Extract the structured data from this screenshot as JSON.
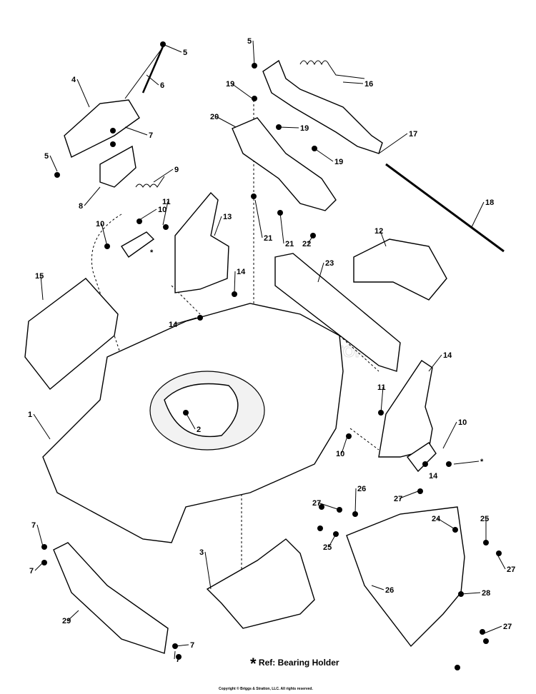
{
  "diagram": {
    "watermark": "BRIGGS & STRATTON",
    "callouts": [
      "5",
      "6",
      "4",
      "7",
      "5",
      "8",
      "9",
      "11",
      "10",
      "10",
      "*",
      "13",
      "14",
      "14",
      "15",
      "1",
      "2",
      "3",
      "29",
      "7",
      "7",
      "7",
      "7",
      "5",
      "19",
      "20",
      "19",
      "19",
      "16",
      "17",
      "18",
      "21",
      "21",
      "22",
      "23",
      "12",
      "14",
      "11",
      "10",
      "*",
      "14",
      "10",
      "27",
      "26",
      "27",
      "25",
      "24",
      "25",
      "27",
      "28",
      "26",
      "27"
    ],
    "note_star": "*",
    "note": "Ref: Bearing Holder",
    "copyright": "Copyright © Briggs & Stratton, LLC. All rights reserved."
  }
}
